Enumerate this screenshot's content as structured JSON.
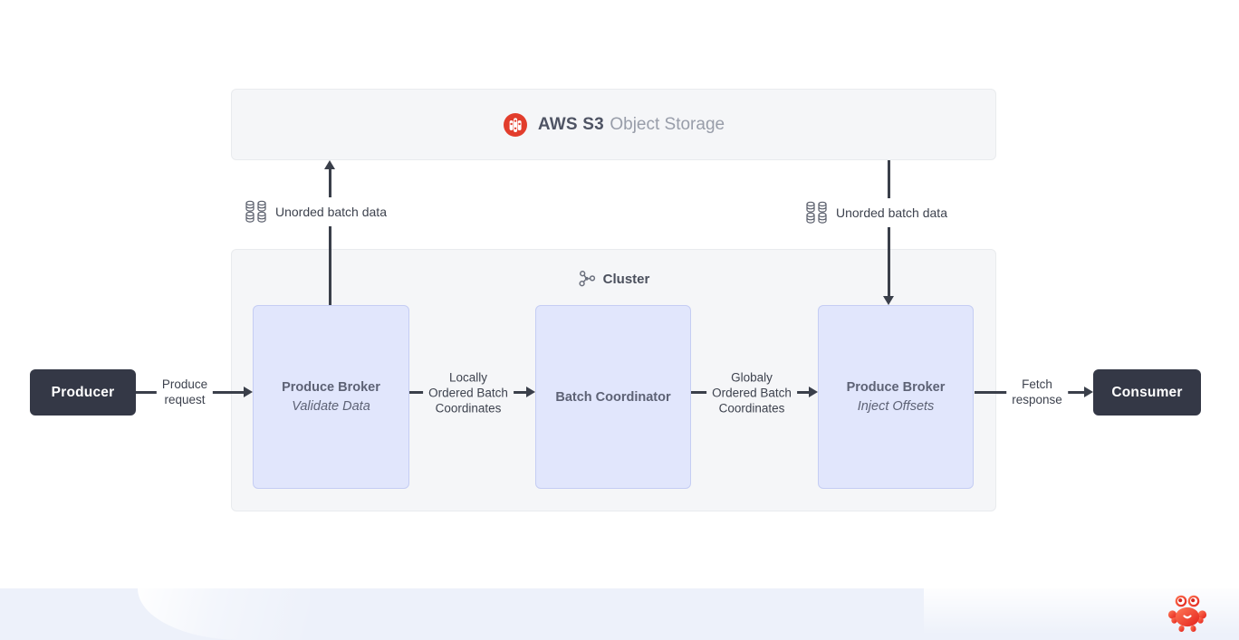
{
  "colors": {
    "line": "#3a3f4a",
    "node_fill": "#e1e6fc",
    "node_border": "#c5cdf3",
    "container_fill": "#f5f6f8",
    "container_border": "#e9ebee",
    "dark_box": "#343846",
    "s3_icon_red": "#e23d2c",
    "crab_red": "#ee3224",
    "footer_band": "#edf1fa"
  },
  "storage_box": {
    "title_strong": "AWS S3",
    "title_rest": "Object Storage"
  },
  "cluster_box": {
    "title": "Cluster",
    "nodes": [
      {
        "title": "Produce Broker",
        "subtitle": "Validate Data"
      },
      {
        "title": "Batch Coordinator",
        "subtitle": ""
      },
      {
        "title": "Produce Broker",
        "subtitle": "Inject Offsets"
      }
    ]
  },
  "actors": {
    "producer": "Producer",
    "consumer": "Consumer"
  },
  "edges": {
    "produce_request": {
      "lines": [
        "Produce",
        "request"
      ]
    },
    "locally_ordered": {
      "lines": [
        "Locally",
        "Ordered Batch",
        "Coordinates"
      ]
    },
    "globally_ordered": {
      "lines": [
        "Globaly",
        "Ordered Batch",
        "Coordinates"
      ]
    },
    "fetch_response": {
      "lines": [
        "Fetch",
        "response"
      ]
    },
    "unordered_left": {
      "label": "Unorded batch data"
    },
    "unordered_right": {
      "label": "Unorded batch data"
    }
  }
}
